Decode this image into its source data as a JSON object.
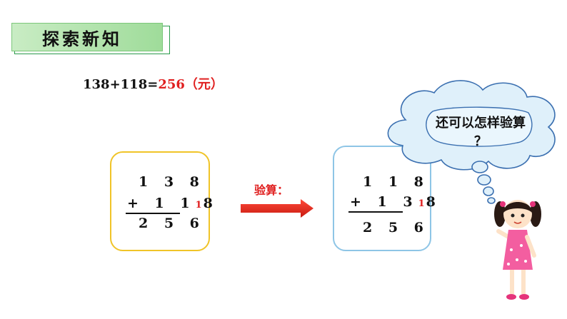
{
  "title": "探索新知",
  "equation": {
    "expr": "138+118=",
    "answer": "256",
    "unit": "（元）"
  },
  "left_calc": {
    "line1": "1 3 8",
    "line2_prefix": "+ 1 1",
    "line2_carry": "1",
    "line2_last": "8",
    "result": "2 5 6"
  },
  "right_calc": {
    "line1": "1 1 8",
    "line2_prefix": "+ 1 3",
    "line2_carry": "1",
    "line2_last": "8",
    "result": "2 5 6"
  },
  "verify_label": "验算：",
  "bubble": {
    "line1": "还可以怎样验算",
    "line2": "？"
  },
  "colors": {
    "accent_red": "#e02020",
    "yellow_border": "#f0c428",
    "blue_border": "#8ec5e6",
    "green_band": "#9fdc9a",
    "cloud_fill": "#dff0fa",
    "cloud_stroke": "#3a6fb0"
  }
}
